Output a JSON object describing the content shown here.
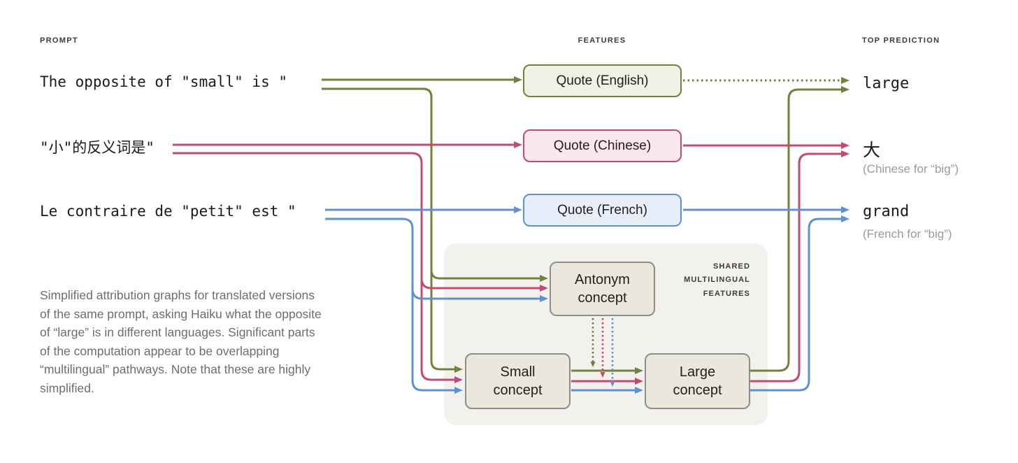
{
  "headers": {
    "prompt": "PROMPT",
    "features": "FEATURES",
    "top_prediction": "TOP PREDICTION"
  },
  "prompts": [
    {
      "id": "english",
      "text": "The opposite of \"small\" is \""
    },
    {
      "id": "chinese",
      "text": "\"小\"的反义词是\""
    },
    {
      "id": "french",
      "text": "Le contraire de \"petit\" est \""
    }
  ],
  "features": [
    {
      "id": "english",
      "label": "Quote (English)"
    },
    {
      "id": "chinese",
      "label": "Quote (Chinese)"
    },
    {
      "id": "french",
      "label": "Quote (French)"
    }
  ],
  "shared": {
    "label": "SHARED MULTILINGUAL FEATURES",
    "nodes": [
      {
        "id": "antonym",
        "label": "Antonym concept"
      },
      {
        "id": "small",
        "label": "Small concept"
      },
      {
        "id": "large",
        "label": "Large concept"
      }
    ]
  },
  "predictions": [
    {
      "id": "english",
      "word": "large"
    },
    {
      "id": "chinese",
      "word": "大",
      "note": "(Chinese for “big”)"
    },
    {
      "id": "french",
      "word": "grand",
      "note": "(French for “big”)"
    }
  ],
  "caption": "Simplified attribution graphs for translated versions of the same prompt, asking Haiku what the opposite of “large” is in different languages. Significant parts of the computation appear to be overlapping “multilingual” pathways. Note that these are highly simplified.",
  "colors": {
    "english_green": "#73813f",
    "chinese_pink": "#c04b73",
    "french_blue": "#5f92cc",
    "quote_english_fill": "#eef1e4",
    "quote_chinese_fill": "#fae8ef",
    "quote_french_fill": "#e7eef9",
    "concept_fill": "#eae7dc",
    "concept_border": "#8f8e85",
    "shared_background": "#f2f1ee",
    "note_gray": "#9c9b97",
    "caption_gray": "#6d6d6a"
  },
  "flows": [
    {
      "color": "green",
      "path": "English prompt → Quote (English) ⇢ large (dotted)"
    },
    {
      "color": "green",
      "path": "English prompt → Antonym concept; → Small concept → Large concept → large"
    },
    {
      "color": "pink",
      "path": "Chinese prompt → Quote (Chinese) → 大"
    },
    {
      "color": "pink",
      "path": "Chinese prompt → Antonym concept; → Small concept → Large concept → 大"
    },
    {
      "color": "blue",
      "path": "French prompt → Quote (French) → grand"
    },
    {
      "color": "blue",
      "path": "French prompt → Antonym concept; → Small concept → Large concept → grand"
    },
    {
      "color": "all",
      "path": "Antonym concept ⇢ (dotted) modulates Small→Large connections"
    }
  ]
}
